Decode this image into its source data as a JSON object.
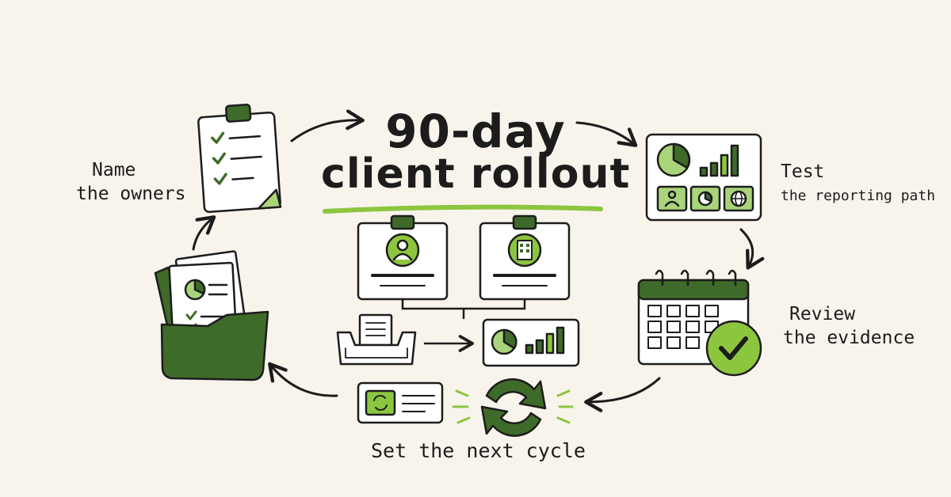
{
  "title": {
    "line1": "90-day",
    "line2": "client rollout"
  },
  "steps": {
    "name_owners": {
      "line1": "Name",
      "line2": "the owners"
    },
    "test_reporting": {
      "line1": "Test",
      "line2": "the reporting path"
    },
    "review_evidence": {
      "line1": "Review",
      "line2": "the evidence"
    },
    "next_cycle": {
      "line1": "Set the next cycle"
    }
  },
  "colors": {
    "background": "#f8f4ec",
    "ink": "#1c1c1c",
    "light_green": "#a9d47a",
    "bright_green": "#8cc63f",
    "dark_green": "#3f6b2a",
    "paper": "#ffffff"
  },
  "icons": [
    "clipboard-checklist-icon",
    "report-dashboard-icon",
    "calendar-check-icon",
    "refresh-cycle-icon",
    "document-folder-icon",
    "person-profile-card-icon",
    "building-profile-card-icon",
    "inbox-tray-icon",
    "chart-report-icon"
  ]
}
